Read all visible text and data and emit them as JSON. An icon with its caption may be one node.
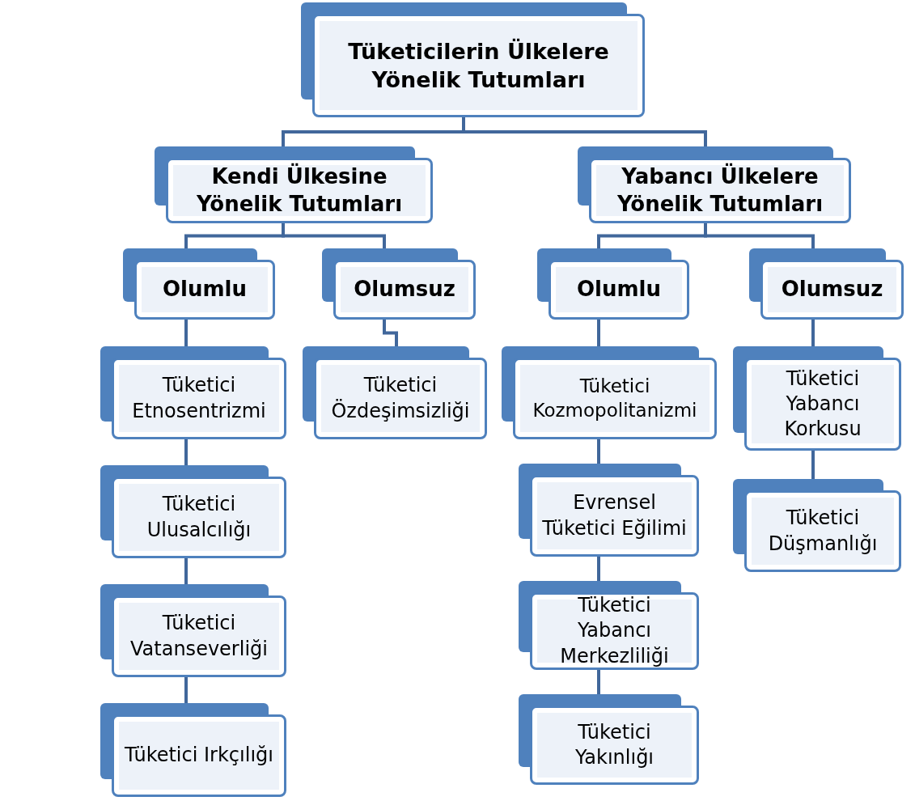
{
  "diagram": {
    "nodes": [
      {
        "text": [
          "Tüketicilerin Ülkelere Yönelik Tutumları"
        ]
      },
      {
        "text": [
          "Kendi Ülkesine Yönelik Tutumları"
        ]
      },
      {
        "text": [
          "Yabancı Ülkelere Yönelik Tutumları"
        ]
      },
      {
        "text": [
          "Olumlu"
        ]
      },
      {
        "text": [
          "Olumsuz"
        ]
      },
      {
        "text": [
          "Olumlu"
        ]
      },
      {
        "text": [
          "Olumsuz"
        ]
      },
      {
        "text": [
          "Tüketici Etnosentrizmi"
        ]
      },
      {
        "text": [
          "Tüketici Özdeşimsizliği"
        ]
      },
      {
        "text": [
          "Tüketici Kozmopolitanizmi"
        ]
      },
      {
        "text": [
          "Tüketici Yabancı Korkusu"
        ]
      },
      {
        "text": [
          "Tüketici Ulusalcılığı"
        ]
      },
      {
        "text": [
          "Evrensel Tüketici Eğilimi"
        ]
      },
      {
        "text": [
          "Tüketici Düşmanlığı"
        ]
      },
      {
        "text": [
          "Tüketici Vatanseverliği"
        ]
      },
      {
        "text": [
          "Tüketici Yabancı Merkezliliği"
        ]
      },
      {
        "text": [
          "Tüketici Irkçılığı"
        ]
      },
      {
        "text": [
          "Tüketici Yakınlığı"
        ]
      }
    ],
    "edges": [
      {
        "from": 0,
        "to": 1,
        "arrow": "none"
      },
      {
        "from": 0,
        "to": 2,
        "arrow": "none"
      },
      {
        "from": 1,
        "to": 3,
        "arrow": "none"
      },
      {
        "from": 1,
        "to": 4,
        "arrow": "none"
      },
      {
        "from": 2,
        "to": 5,
        "arrow": "none"
      },
      {
        "from": 2,
        "to": 6,
        "arrow": "none"
      },
      {
        "from": 3,
        "to": 7,
        "arrow": "none"
      },
      {
        "from": 4,
        "to": 8,
        "arrow": "none"
      },
      {
        "from": 5,
        "to": 9,
        "arrow": "none"
      },
      {
        "from": 6,
        "to": 10,
        "arrow": "none"
      },
      {
        "from": 7,
        "to": 11,
        "arrow": "none"
      },
      {
        "from": 11,
        "to": 14,
        "arrow": "none"
      },
      {
        "from": 14,
        "to": 16,
        "arrow": "none"
      },
      {
        "from": 9,
        "to": 12,
        "arrow": "none"
      },
      {
        "from": 12,
        "to": 15,
        "arrow": "none"
      },
      {
        "from": 15,
        "to": 17,
        "arrow": "none"
      },
      {
        "from": 10,
        "to": 13,
        "arrow": "none"
      }
    ]
  }
}
